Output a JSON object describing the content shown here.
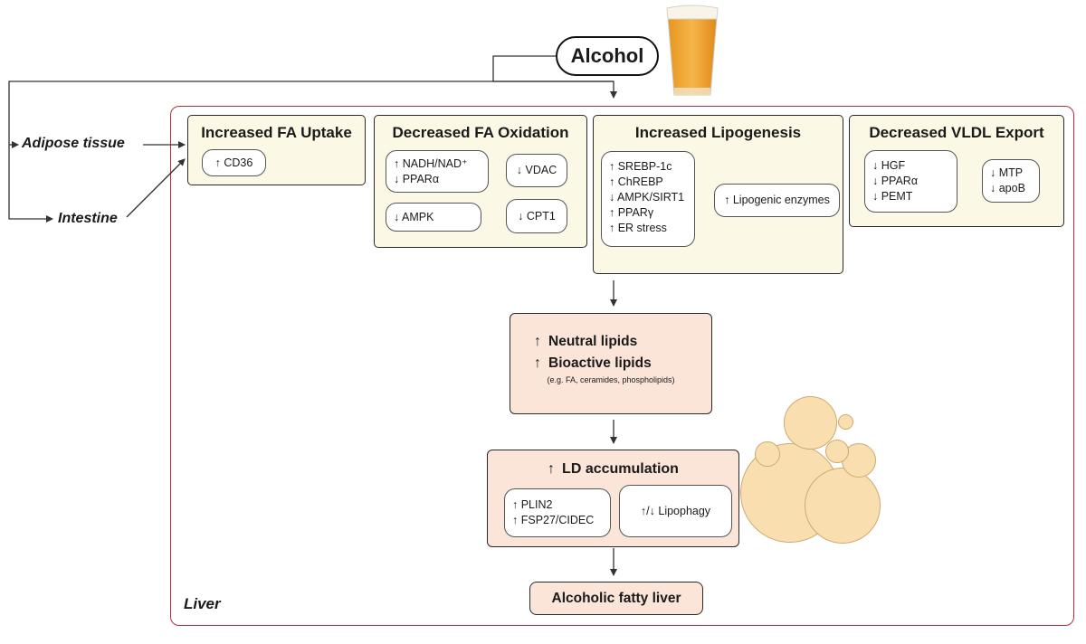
{
  "alcohol": "Alcohol",
  "sources": {
    "adipose": "Adipose tissue",
    "intestine": "Intestine"
  },
  "liver_label": "Liver",
  "panels": {
    "fa_uptake": {
      "title": "Increased FA Uptake",
      "items": [
        "↑ CD36"
      ]
    },
    "fa_oxidation": {
      "title": "Decreased FA Oxidation",
      "nad_box": [
        "↑ NADH/NAD⁺",
        "↓ PPARα"
      ],
      "vdac": "↓ VDAC",
      "ampk": "↓ AMPK",
      "cpt1": "↓ CPT1"
    },
    "lipogenesis": {
      "title": "Increased Lipogenesis",
      "factors": [
        "↑ SREBP-1c",
        "↑ ChREBP",
        "↓ AMPK/SIRT1",
        "↑ PPARγ",
        "↑ ER stress"
      ],
      "enzymes": "↑ Lipogenic enzymes"
    },
    "vldl_export": {
      "title": "Decreased VLDL Export",
      "factors": [
        "↓ HGF",
        "↓ PPARα",
        "↓ PEMT"
      ],
      "result": [
        "↓ MTP",
        "↓ apoB"
      ]
    }
  },
  "lipids": {
    "line1": "Neutral lipids",
    "line2": "Bioactive lipids",
    "note": "(e.g. FA, ceramides, phospholipids)"
  },
  "ld": {
    "title": "LD accumulation",
    "proteins": [
      "↑ PLIN2",
      "↑ FSP27/CIDEC"
    ],
    "lipophagy": "↑/↓ Lipophagy"
  },
  "outcome": "Alcoholic fatty liver",
  "colors": {
    "liver_border": "#b5303a",
    "panel_fill": "#fbf8e5",
    "lipid_fill": "#fbe4d8",
    "droplet_fill": "#f9dfb0",
    "beer": "#f2a93b"
  }
}
